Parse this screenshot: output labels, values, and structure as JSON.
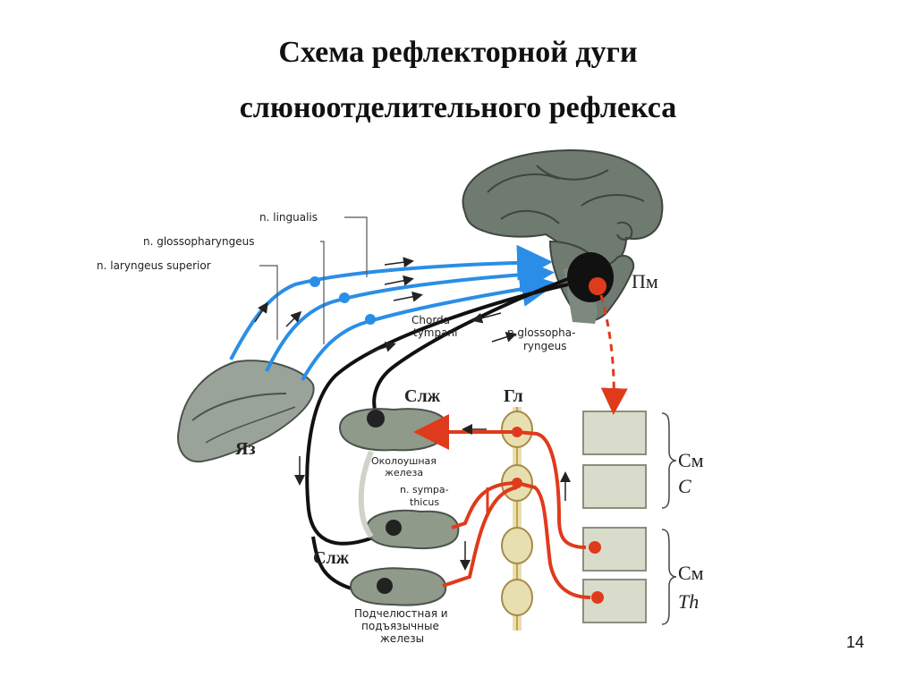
{
  "title": {
    "line1": "Схема рефлекторной дуги",
    "line2": "слюноотделительного рефлекса"
  },
  "labels": {
    "lingualis": "n. lingualis",
    "glossopharyngeus": "n. glossopharyngeus",
    "laryngeus": "n. laryngeus superior",
    "chorda1": "Chorda",
    "chorda2": "tympani",
    "nglosso1": "n.glossopha-",
    "nglosso2": "ryngeus",
    "pm": "Пм",
    "tongue": "Яз",
    "slzh_top": "Слж",
    "slzh_bottom": "Слж",
    "gl": "Гл",
    "parotid1": "Околоушная",
    "parotid2": "железа",
    "symp1": "n. sympa-",
    "symp2": "thicus",
    "sm_c_1": "См",
    "sm_c_2": "С",
    "sm_th_1": "См",
    "sm_th_2": "Th",
    "sub1": "Подчелюстная и",
    "sub2": "подъязычные",
    "sub3": "железы"
  },
  "page_number": "14",
  "colors": {
    "afferent": "#2a8ee6",
    "efferent_parasympathetic": "#111111",
    "sympathetic": "#e03a1c",
    "brain": "#6f7a70",
    "gland": "#8f9a8a",
    "spinal": "#d9dccb"
  }
}
